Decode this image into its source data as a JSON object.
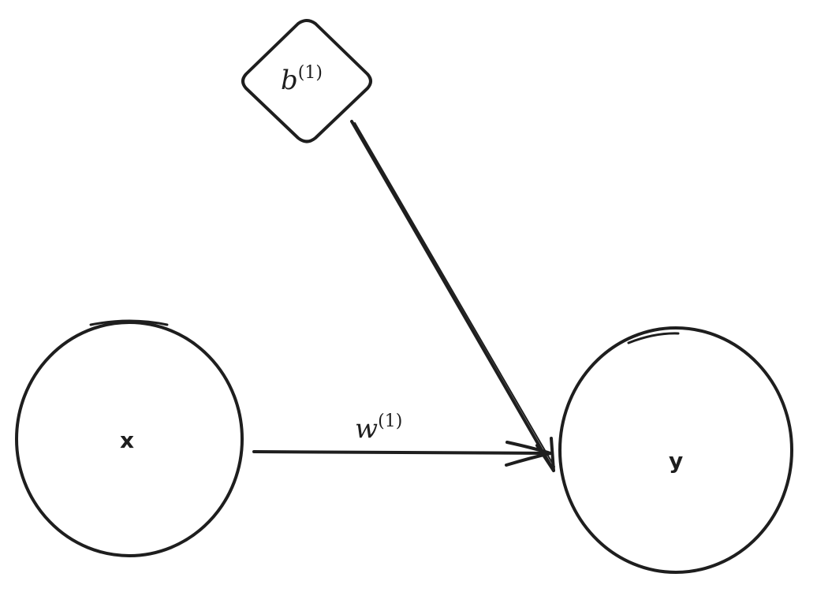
{
  "diagram": {
    "stroke_color": "#1e1e1e",
    "background": "#ffffff",
    "nodes": [
      {
        "id": "x",
        "shape": "circle",
        "label": "x"
      },
      {
        "id": "y",
        "shape": "circle",
        "label": "y"
      },
      {
        "id": "b",
        "shape": "diamond",
        "label_base": "b",
        "label_sup": "(1)"
      }
    ],
    "edges": [
      {
        "from": "x",
        "to": "y",
        "label_base": "w",
        "label_sup": "(1)"
      },
      {
        "from": "b",
        "to": "y"
      }
    ]
  }
}
